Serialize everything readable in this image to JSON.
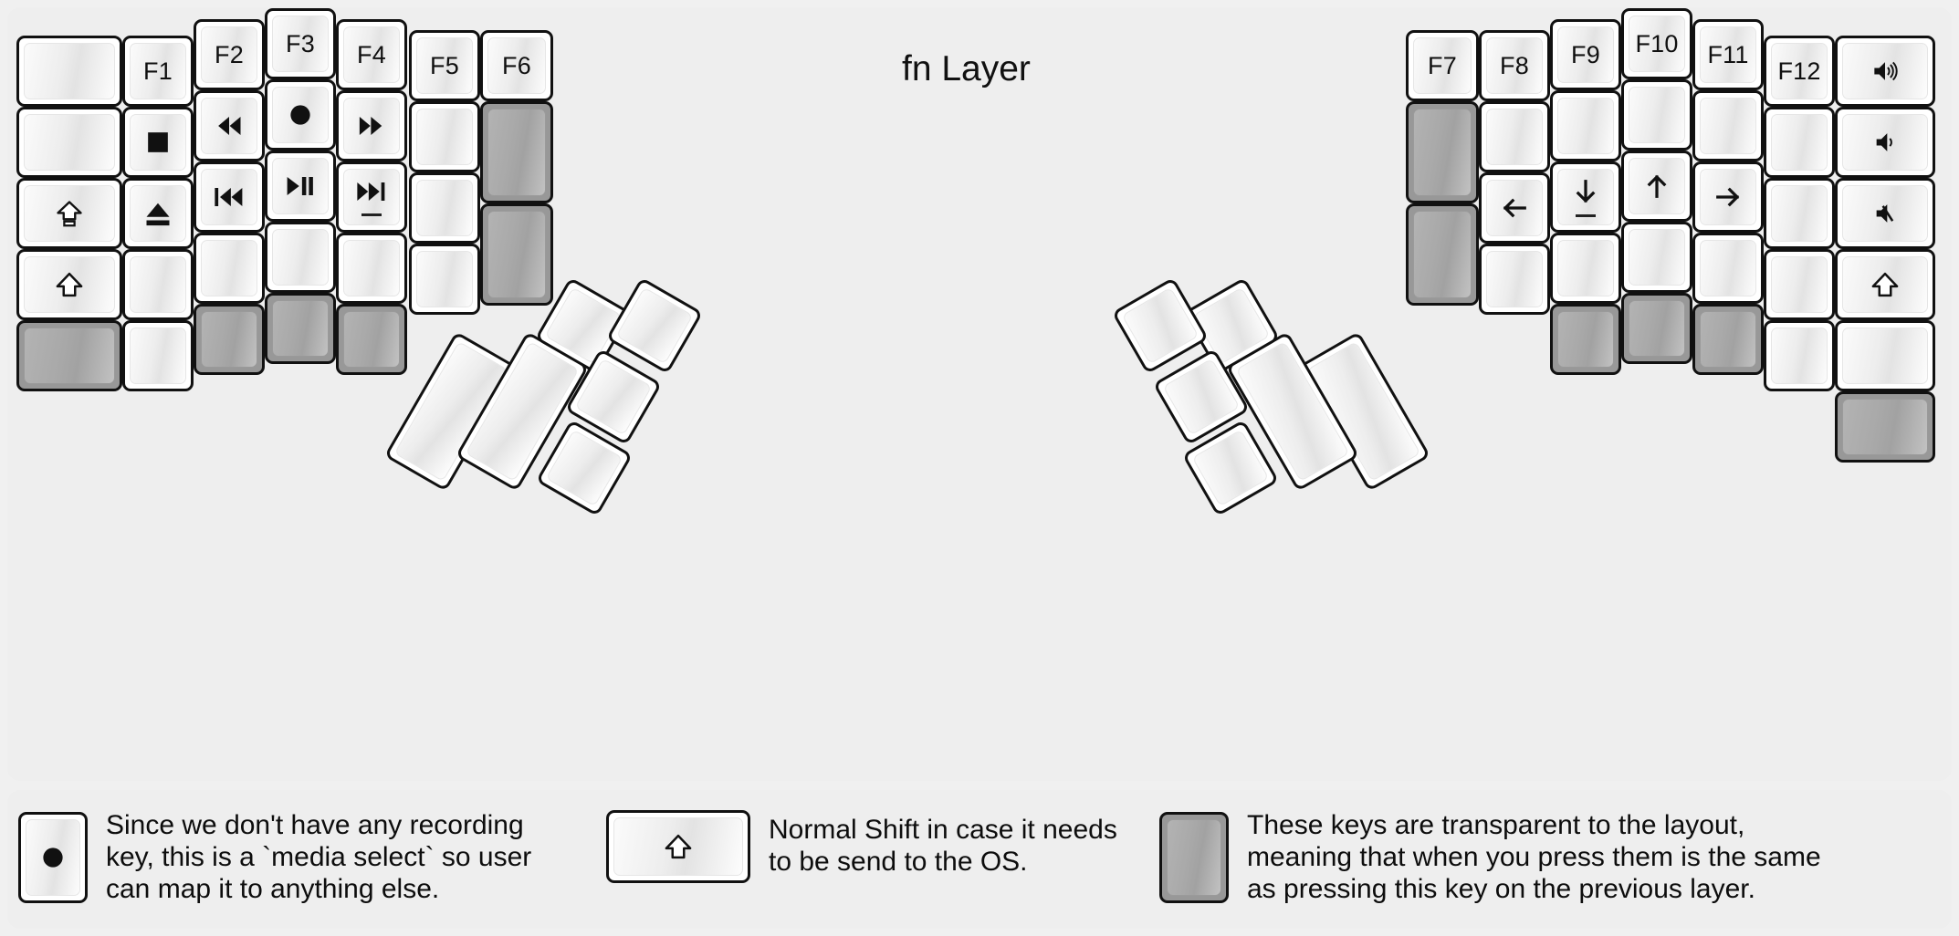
{
  "title": "fn Layer",
  "colors": {
    "background": "#f0f0f0",
    "panel": "#eeeeee",
    "key_border": "#111111",
    "key_face": "#ffffff",
    "transparent_key": "#989898",
    "text": "#101010"
  },
  "keyboard": {
    "left_half": {
      "columns": [
        {
          "name": "pinky-outer",
          "keys": [
            {
              "label": "",
              "icon": "",
              "state": "normal"
            },
            {
              "label": "",
              "icon": "",
              "state": "normal"
            },
            {
              "label": "",
              "icon": "caps-lock-icon",
              "state": "normal"
            },
            {
              "label": "",
              "icon": "shift-icon",
              "state": "normal"
            },
            {
              "label": "",
              "icon": "",
              "state": "transparent"
            }
          ]
        },
        {
          "name": "pinky",
          "keys": [
            {
              "label": "F1",
              "icon": "",
              "state": "normal"
            },
            {
              "label": "",
              "icon": "media-stop-icon",
              "state": "normal"
            },
            {
              "label": "",
              "icon": "media-eject-icon",
              "state": "normal"
            },
            {
              "label": "",
              "icon": "",
              "state": "normal"
            },
            {
              "label": "",
              "icon": "",
              "state": "normal"
            }
          ]
        },
        {
          "name": "ring",
          "keys": [
            {
              "label": "F2",
              "icon": "",
              "state": "normal"
            },
            {
              "label": "",
              "icon": "media-rewind-icon",
              "state": "normal"
            },
            {
              "label": "",
              "icon": "media-previous-icon",
              "state": "normal"
            },
            {
              "label": "",
              "icon": "",
              "state": "normal"
            },
            {
              "label": "",
              "icon": "",
              "state": "transparent"
            }
          ]
        },
        {
          "name": "middle",
          "keys": [
            {
              "label": "F3",
              "icon": "",
              "state": "normal"
            },
            {
              "label": "",
              "icon": "media-record-icon",
              "state": "normal"
            },
            {
              "label": "",
              "icon": "media-play-pause-icon",
              "state": "normal"
            },
            {
              "label": "",
              "icon": "",
              "state": "normal"
            },
            {
              "label": "",
              "icon": "",
              "state": "transparent"
            }
          ]
        },
        {
          "name": "index",
          "keys": [
            {
              "label": "F4",
              "icon": "",
              "state": "normal"
            },
            {
              "label": "",
              "icon": "media-fast-forward-icon",
              "state": "normal"
            },
            {
              "label": "",
              "icon": "media-next-icon",
              "state": "normal",
              "sub": "underscore"
            },
            {
              "label": "",
              "icon": "",
              "state": "normal"
            },
            {
              "label": "",
              "icon": "",
              "state": "transparent"
            }
          ]
        },
        {
          "name": "index-inner",
          "keys": [
            {
              "label": "F5",
              "icon": "",
              "state": "normal"
            },
            {
              "label": "",
              "icon": "",
              "state": "normal"
            },
            {
              "label": "",
              "icon": "",
              "state": "normal"
            },
            {
              "label": "",
              "icon": "",
              "state": "normal"
            }
          ]
        },
        {
          "name": "inner",
          "keys": [
            {
              "label": "F6",
              "icon": "",
              "state": "normal"
            },
            {
              "label": "",
              "icon": "",
              "state": "transparent"
            },
            {
              "label": "",
              "icon": "",
              "state": "transparent"
            }
          ]
        }
      ],
      "thumb_cluster": [
        {
          "label": "",
          "icon": "",
          "state": "normal",
          "size": "2u"
        },
        {
          "label": "",
          "icon": "",
          "state": "normal",
          "size": "2u"
        },
        {
          "label": "",
          "icon": "",
          "state": "normal",
          "size": "1u"
        },
        {
          "label": "",
          "icon": "",
          "state": "normal",
          "size": "1u"
        },
        {
          "label": "",
          "icon": "",
          "state": "normal",
          "size": "1u"
        }
      ]
    },
    "right_half": {
      "columns": [
        {
          "name": "inner",
          "keys": [
            {
              "label": "F7",
              "icon": "",
              "state": "normal"
            },
            {
              "label": "",
              "icon": "",
              "state": "transparent"
            },
            {
              "label": "",
              "icon": "",
              "state": "transparent"
            }
          ]
        },
        {
          "name": "index-inner",
          "keys": [
            {
              "label": "F8",
              "icon": "",
              "state": "normal"
            },
            {
              "label": "",
              "icon": "",
              "state": "normal"
            },
            {
              "label": "",
              "icon": "arrow-left-icon",
              "state": "normal"
            },
            {
              "label": "",
              "icon": "",
              "state": "normal"
            }
          ]
        },
        {
          "name": "index",
          "keys": [
            {
              "label": "F9",
              "icon": "",
              "state": "normal"
            },
            {
              "label": "",
              "icon": "",
              "state": "normal"
            },
            {
              "label": "",
              "icon": "arrow-down-icon",
              "state": "normal",
              "sub": "underscore"
            },
            {
              "label": "",
              "icon": "",
              "state": "normal"
            },
            {
              "label": "",
              "icon": "",
              "state": "transparent"
            }
          ]
        },
        {
          "name": "middle",
          "keys": [
            {
              "label": "F10",
              "icon": "",
              "state": "normal"
            },
            {
              "label": "",
              "icon": "",
              "state": "normal"
            },
            {
              "label": "",
              "icon": "arrow-up-icon",
              "state": "normal"
            },
            {
              "label": "",
              "icon": "",
              "state": "normal"
            },
            {
              "label": "",
              "icon": "",
              "state": "transparent"
            }
          ]
        },
        {
          "name": "ring",
          "keys": [
            {
              "label": "F11",
              "icon": "",
              "state": "normal"
            },
            {
              "label": "",
              "icon": "",
              "state": "normal"
            },
            {
              "label": "",
              "icon": "arrow-right-icon",
              "state": "normal"
            },
            {
              "label": "",
              "icon": "",
              "state": "normal"
            },
            {
              "label": "",
              "icon": "",
              "state": "transparent"
            }
          ]
        },
        {
          "name": "pinky",
          "keys": [
            {
              "label": "F12",
              "icon": "",
              "state": "normal"
            },
            {
              "label": "",
              "icon": "",
              "state": "normal"
            },
            {
              "label": "",
              "icon": "",
              "state": "normal"
            },
            {
              "label": "",
              "icon": "",
              "state": "normal"
            },
            {
              "label": "",
              "icon": "",
              "state": "normal"
            }
          ]
        },
        {
          "name": "pinky-outer",
          "keys": [
            {
              "label": "",
              "icon": "volume-up-icon",
              "state": "normal"
            },
            {
              "label": "",
              "icon": "volume-down-icon",
              "state": "normal"
            },
            {
              "label": "",
              "icon": "volume-mute-icon",
              "state": "normal"
            },
            {
              "label": "",
              "icon": "shift-icon",
              "state": "normal"
            },
            {
              "label": "",
              "icon": "",
              "state": "normal"
            },
            {
              "label": "",
              "icon": "",
              "state": "transparent"
            }
          ]
        }
      ],
      "thumb_cluster": [
        {
          "label": "",
          "icon": "",
          "state": "normal",
          "size": "1u"
        },
        {
          "label": "",
          "icon": "",
          "state": "normal",
          "size": "1u"
        },
        {
          "label": "",
          "icon": "",
          "state": "normal",
          "size": "1u"
        },
        {
          "label": "",
          "icon": "",
          "state": "normal",
          "size": "1u"
        },
        {
          "label": "",
          "icon": "",
          "state": "normal",
          "size": "2u"
        },
        {
          "label": "",
          "icon": "",
          "state": "normal",
          "size": "2u"
        }
      ]
    }
  },
  "legend": [
    {
      "key_icon": "media-record-icon",
      "key_state": "normal",
      "text": "Since we don't have any recording\nkey, this is a `media select` so user\ncan map it to anything else."
    },
    {
      "key_icon": "shift-icon",
      "key_state": "normal",
      "text": "Normal Shift in case it needs\nto be send to the OS."
    },
    {
      "key_icon": "",
      "key_state": "transparent",
      "text": "These keys are transparent to the layout,\nmeaning that when you press them is the same\nas pressing this key on the previous layer."
    }
  ]
}
